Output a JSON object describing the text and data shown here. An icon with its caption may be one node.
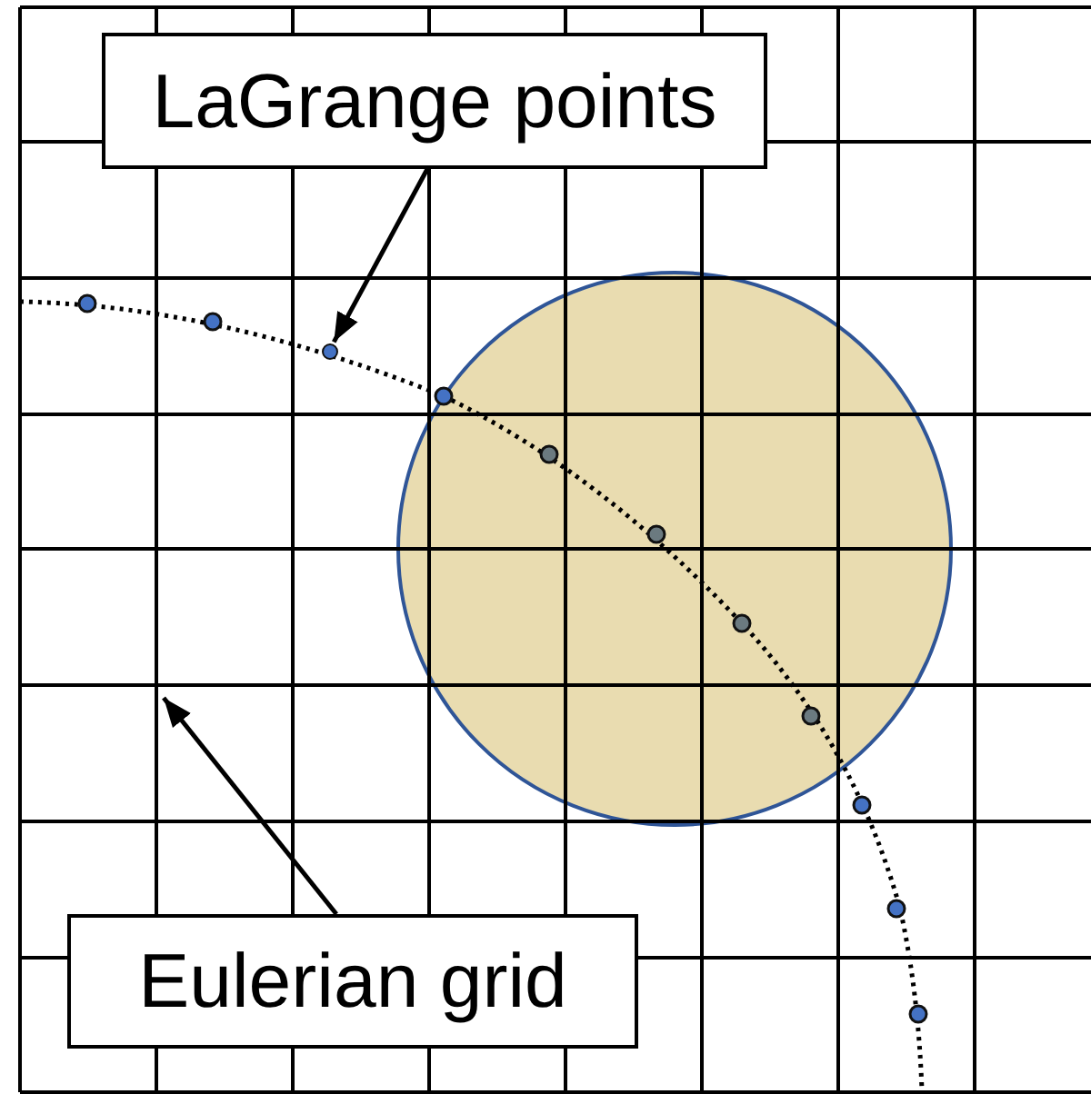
{
  "diagram": {
    "nodes": [
      {
        "text": [
          "LaGrange points"
        ]
      },
      {
        "text": [
          "Eulerian grid"
        ]
      },
      {
        "text": [],
        "shape": "circle"
      }
    ],
    "edges": [
      {
        "from": 0,
        "to": 2,
        "arrow": "to"
      },
      {
        "from": 1,
        "to": null,
        "arrow": "to"
      }
    ]
  }
}
